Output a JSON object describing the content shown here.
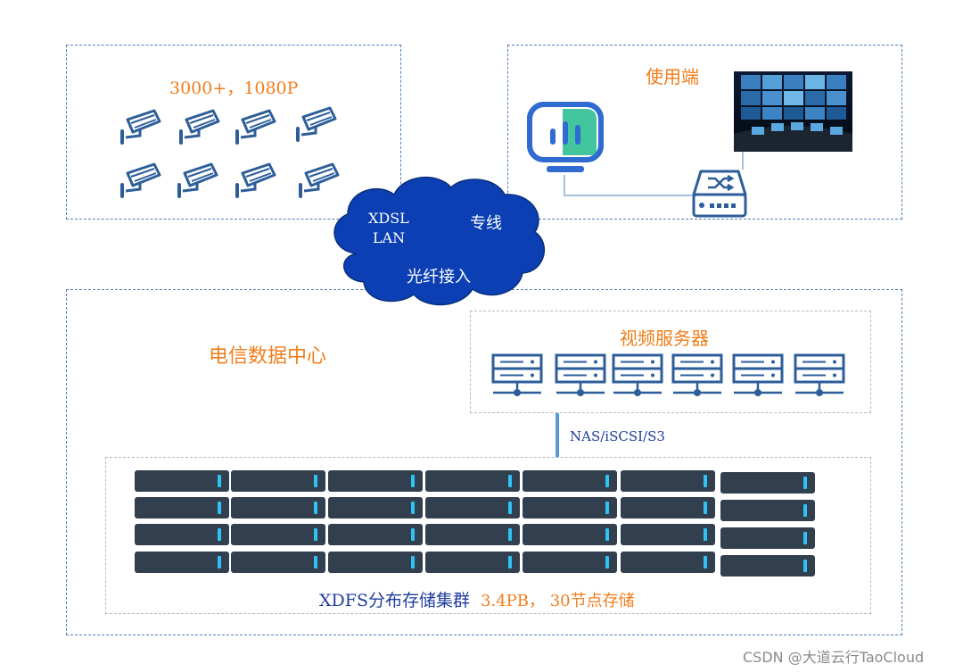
{
  "cameras": {
    "label": "3000+，1080P",
    "count": 8
  },
  "client": {
    "label": "使用端"
  },
  "network": {
    "xdsl": "XDSL",
    "lan": "LAN",
    "dedicated": "专线",
    "fiber": "光纤接入"
  },
  "datacenter": {
    "label": "电信数据中心"
  },
  "video_server": {
    "label": "视频服务器",
    "count": 6
  },
  "protocols": "NAS/iSCSI/S3",
  "storage": {
    "label_main": "XDFS分布存储集群",
    "label_detail": "3.4PB， 30节点存储"
  },
  "watermark": "CSDN @大道云行TaoCloud",
  "colors": {
    "orange": "#f07d1a",
    "blue": "#2d5e9a",
    "navy": "#1f3d9e",
    "cloud": "#0b3fb3",
    "drive": "#323f4f",
    "led": "#2fc3f3"
  }
}
